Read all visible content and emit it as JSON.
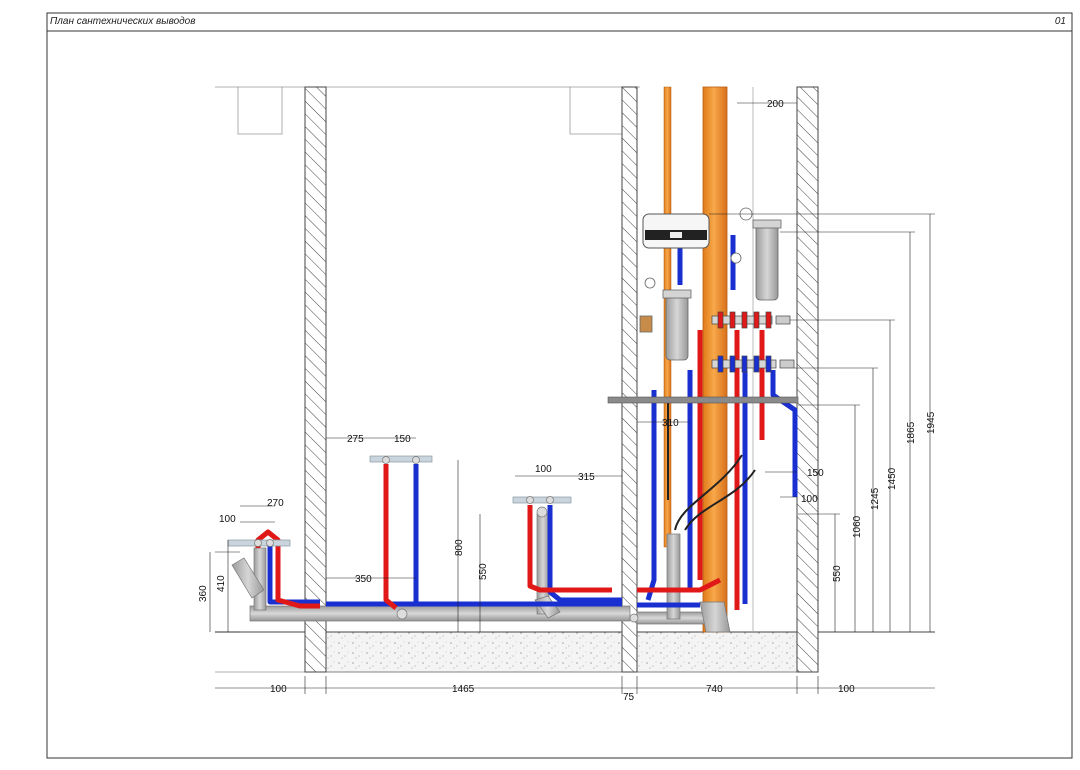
{
  "sheet": {
    "title": "План сантехнических выводов",
    "number": "01"
  },
  "dimensions": {
    "top_200": "200",
    "mid_275": "275",
    "mid_150": "150",
    "left_270": "270",
    "left_100": "100",
    "center_100": "100",
    "center_315": "315",
    "riser_310": "310",
    "right_150": "150",
    "right_100": "100",
    "left_360": "360",
    "left_410": "410",
    "bottom_350": "350",
    "v_800": "800",
    "v_550_center": "550",
    "v_550_right": "550",
    "v_1060": "1060",
    "v_1245": "1245",
    "v_1450": "1450",
    "v_1865": "1865",
    "v_1945": "1945",
    "bot_100_left": "100",
    "bot_1465": "1465",
    "bot_75": "75",
    "bot_740": "740",
    "bot_100_right": "100"
  },
  "colors": {
    "hot_pipe": "#e01818",
    "cold_pipe": "#1a2fd0",
    "sewer_pipe": "#a8a8a8",
    "riser": "#f0902a",
    "wall_hatch": "#555555"
  }
}
